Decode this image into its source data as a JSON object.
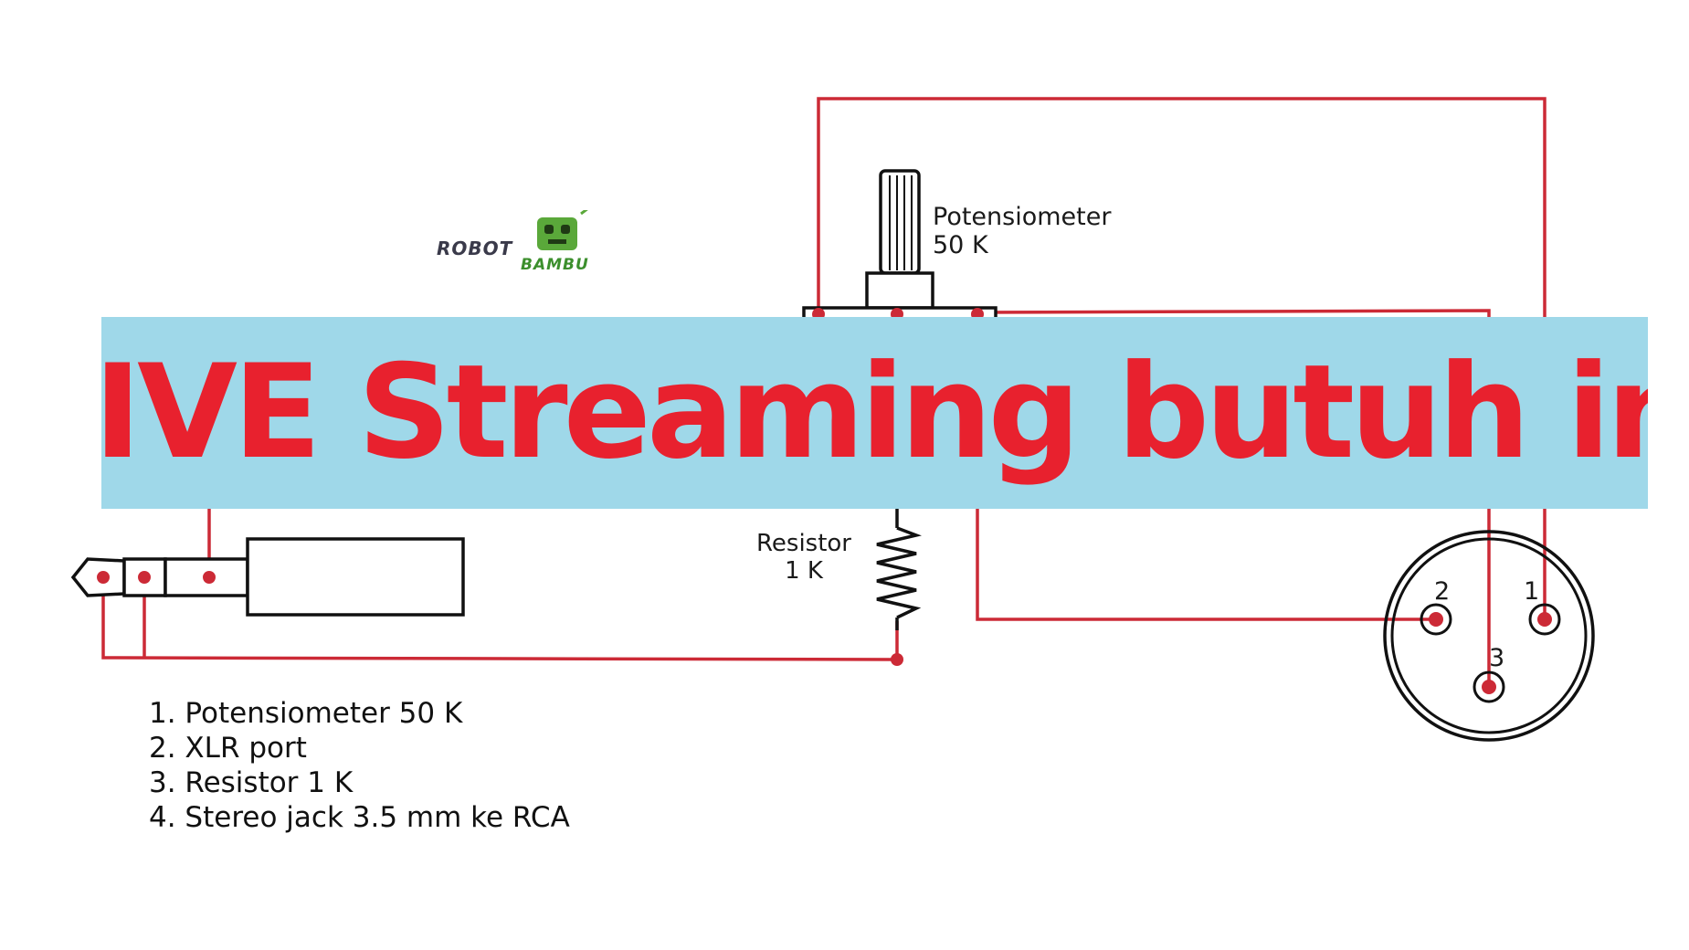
{
  "banner": {
    "title": "LIVE Streaming butuh ini"
  },
  "logo": {
    "line1": "ROBOT",
    "line2": "BAMBU"
  },
  "labels": {
    "potentiometer_line1": "Potensiometer",
    "potentiometer_line2": "50 K",
    "resistor_line1": "Resistor",
    "resistor_line2": "1 K",
    "xlr_pin1": "1",
    "xlr_pin2": "2",
    "xlr_pin3": "3"
  },
  "parts_list": [
    "1. Potensiometer 50 K",
    "2. XLR port",
    "3. Resistor 1 K",
    "4. Stereo jack 3.5 mm ke RCA"
  ],
  "colors": {
    "wire": "#cc2a36",
    "banner_bg": "#9fd8e9",
    "banner_text": "#e8212e",
    "outline": "#111111"
  }
}
